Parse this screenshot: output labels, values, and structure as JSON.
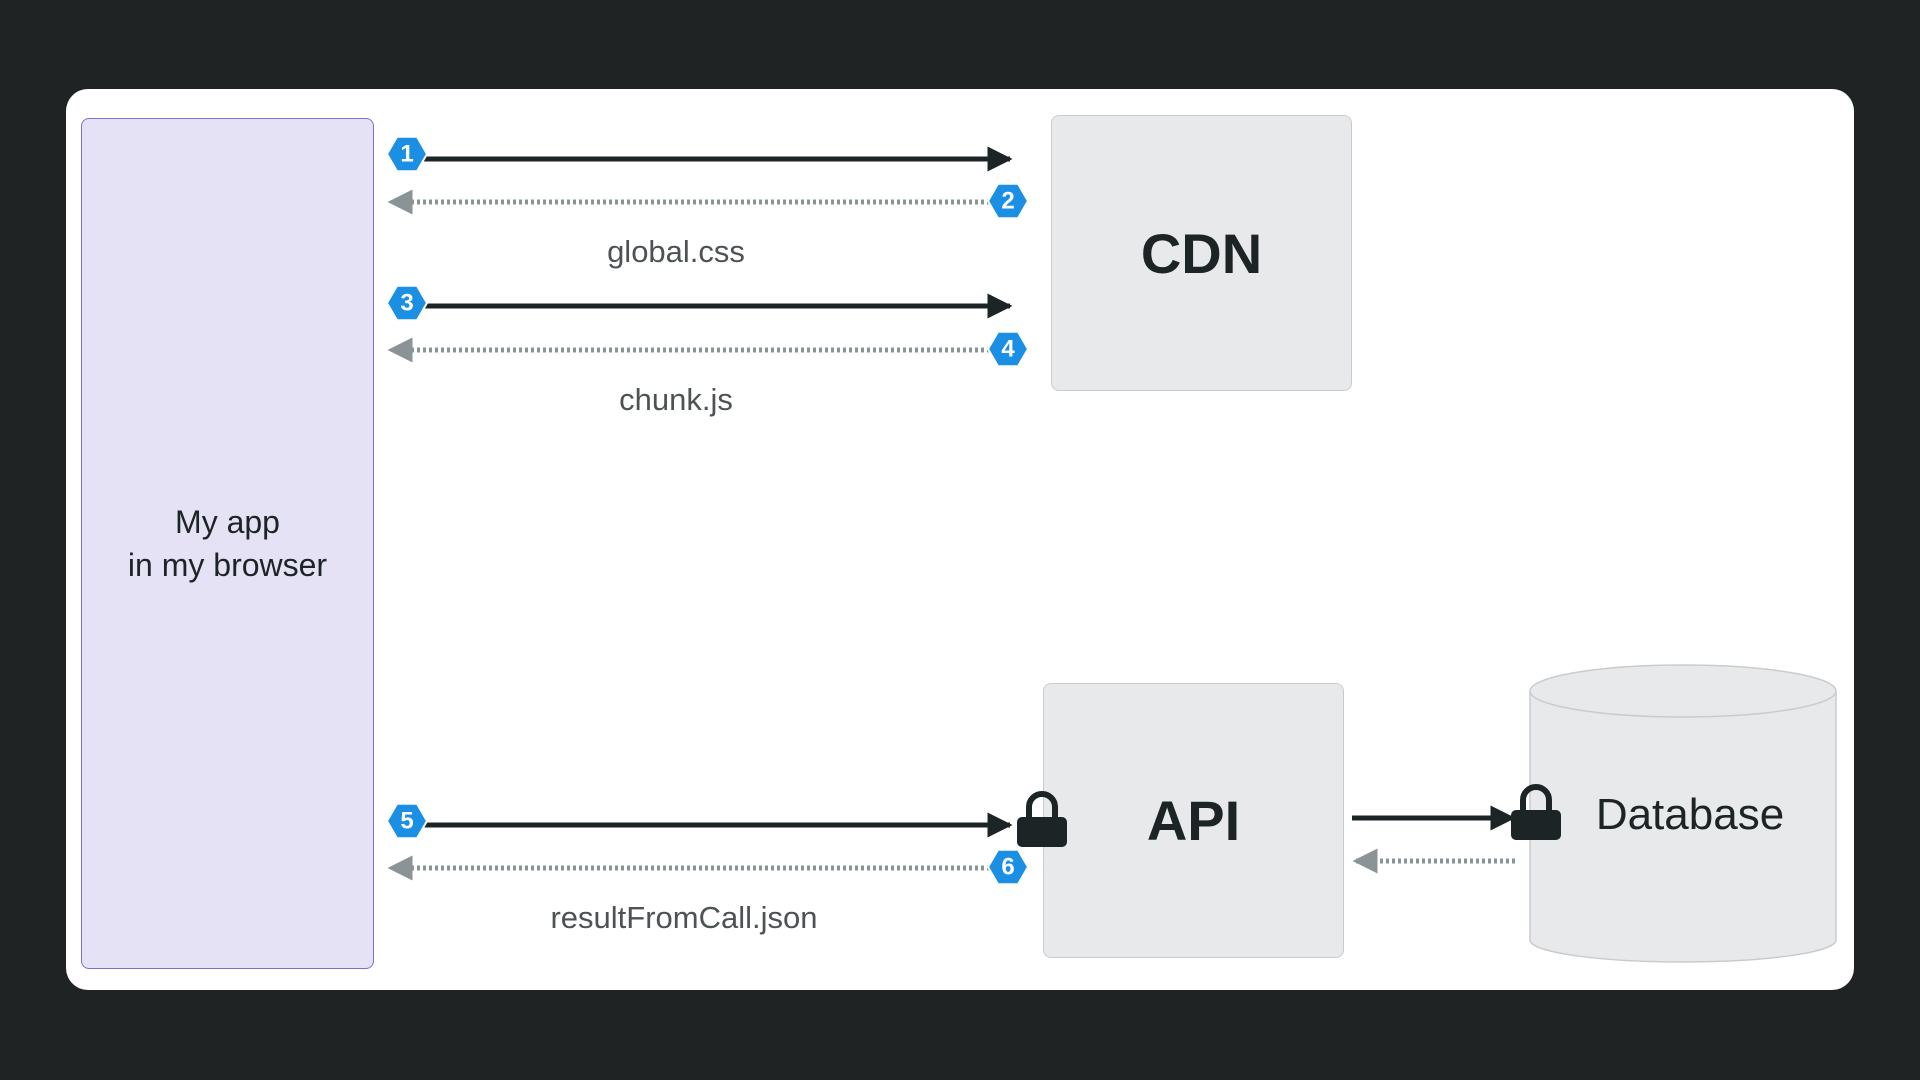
{
  "nodes": {
    "app": "My app\nin my browser",
    "cdn": "CDN",
    "api": "API",
    "database": "Database"
  },
  "flows": {
    "css": "global.css",
    "js": "chunk.js",
    "api_call": "resultFromCall.json"
  },
  "steps": [
    "1",
    "2",
    "3",
    "4",
    "5",
    "6"
  ],
  "icons": {
    "api_lock": "lock-icon",
    "db_lock": "lock-icon"
  },
  "colors": {
    "badge": "#1a8fe3",
    "request_arrow": "#1d2426",
    "response_arrow": "#8a9396",
    "app_fill": "#e6e2f5",
    "app_border": "#7d6fcf",
    "server_fill": "#e8e9eb"
  }
}
